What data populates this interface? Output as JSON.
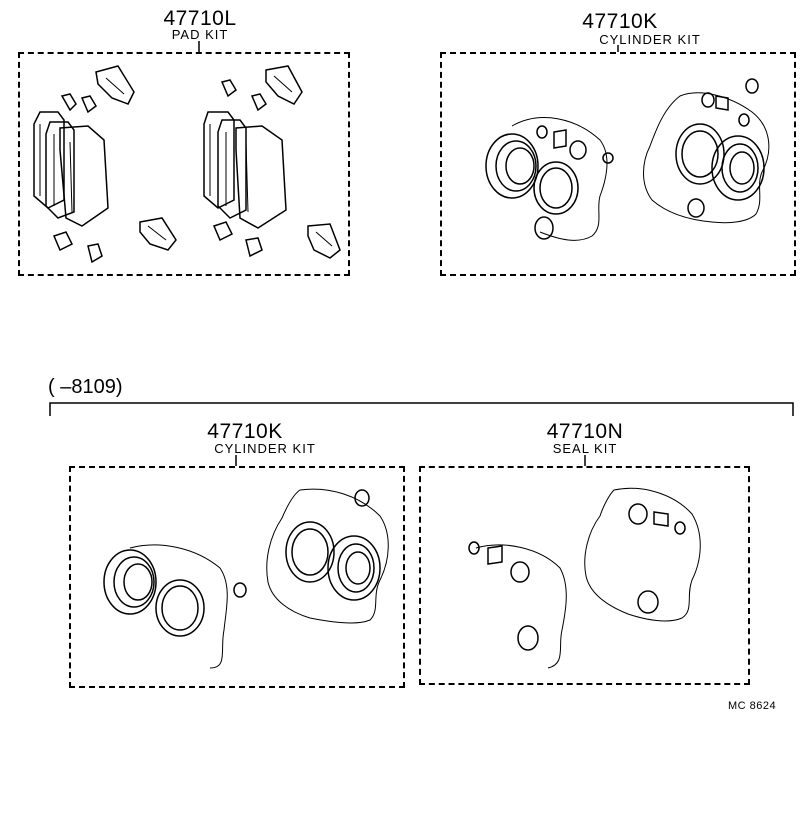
{
  "kits": [
    {
      "number": "47710L",
      "name": "PAD KIT"
    },
    {
      "number": "47710K",
      "name": "CYLINDER KIT"
    },
    {
      "number": "47710K",
      "name": "CYLINDER KIT"
    },
    {
      "number": "47710N",
      "name": "SEAL KIT"
    }
  ],
  "date_range": "(        –8109)",
  "diagram_code": "MC  8624"
}
